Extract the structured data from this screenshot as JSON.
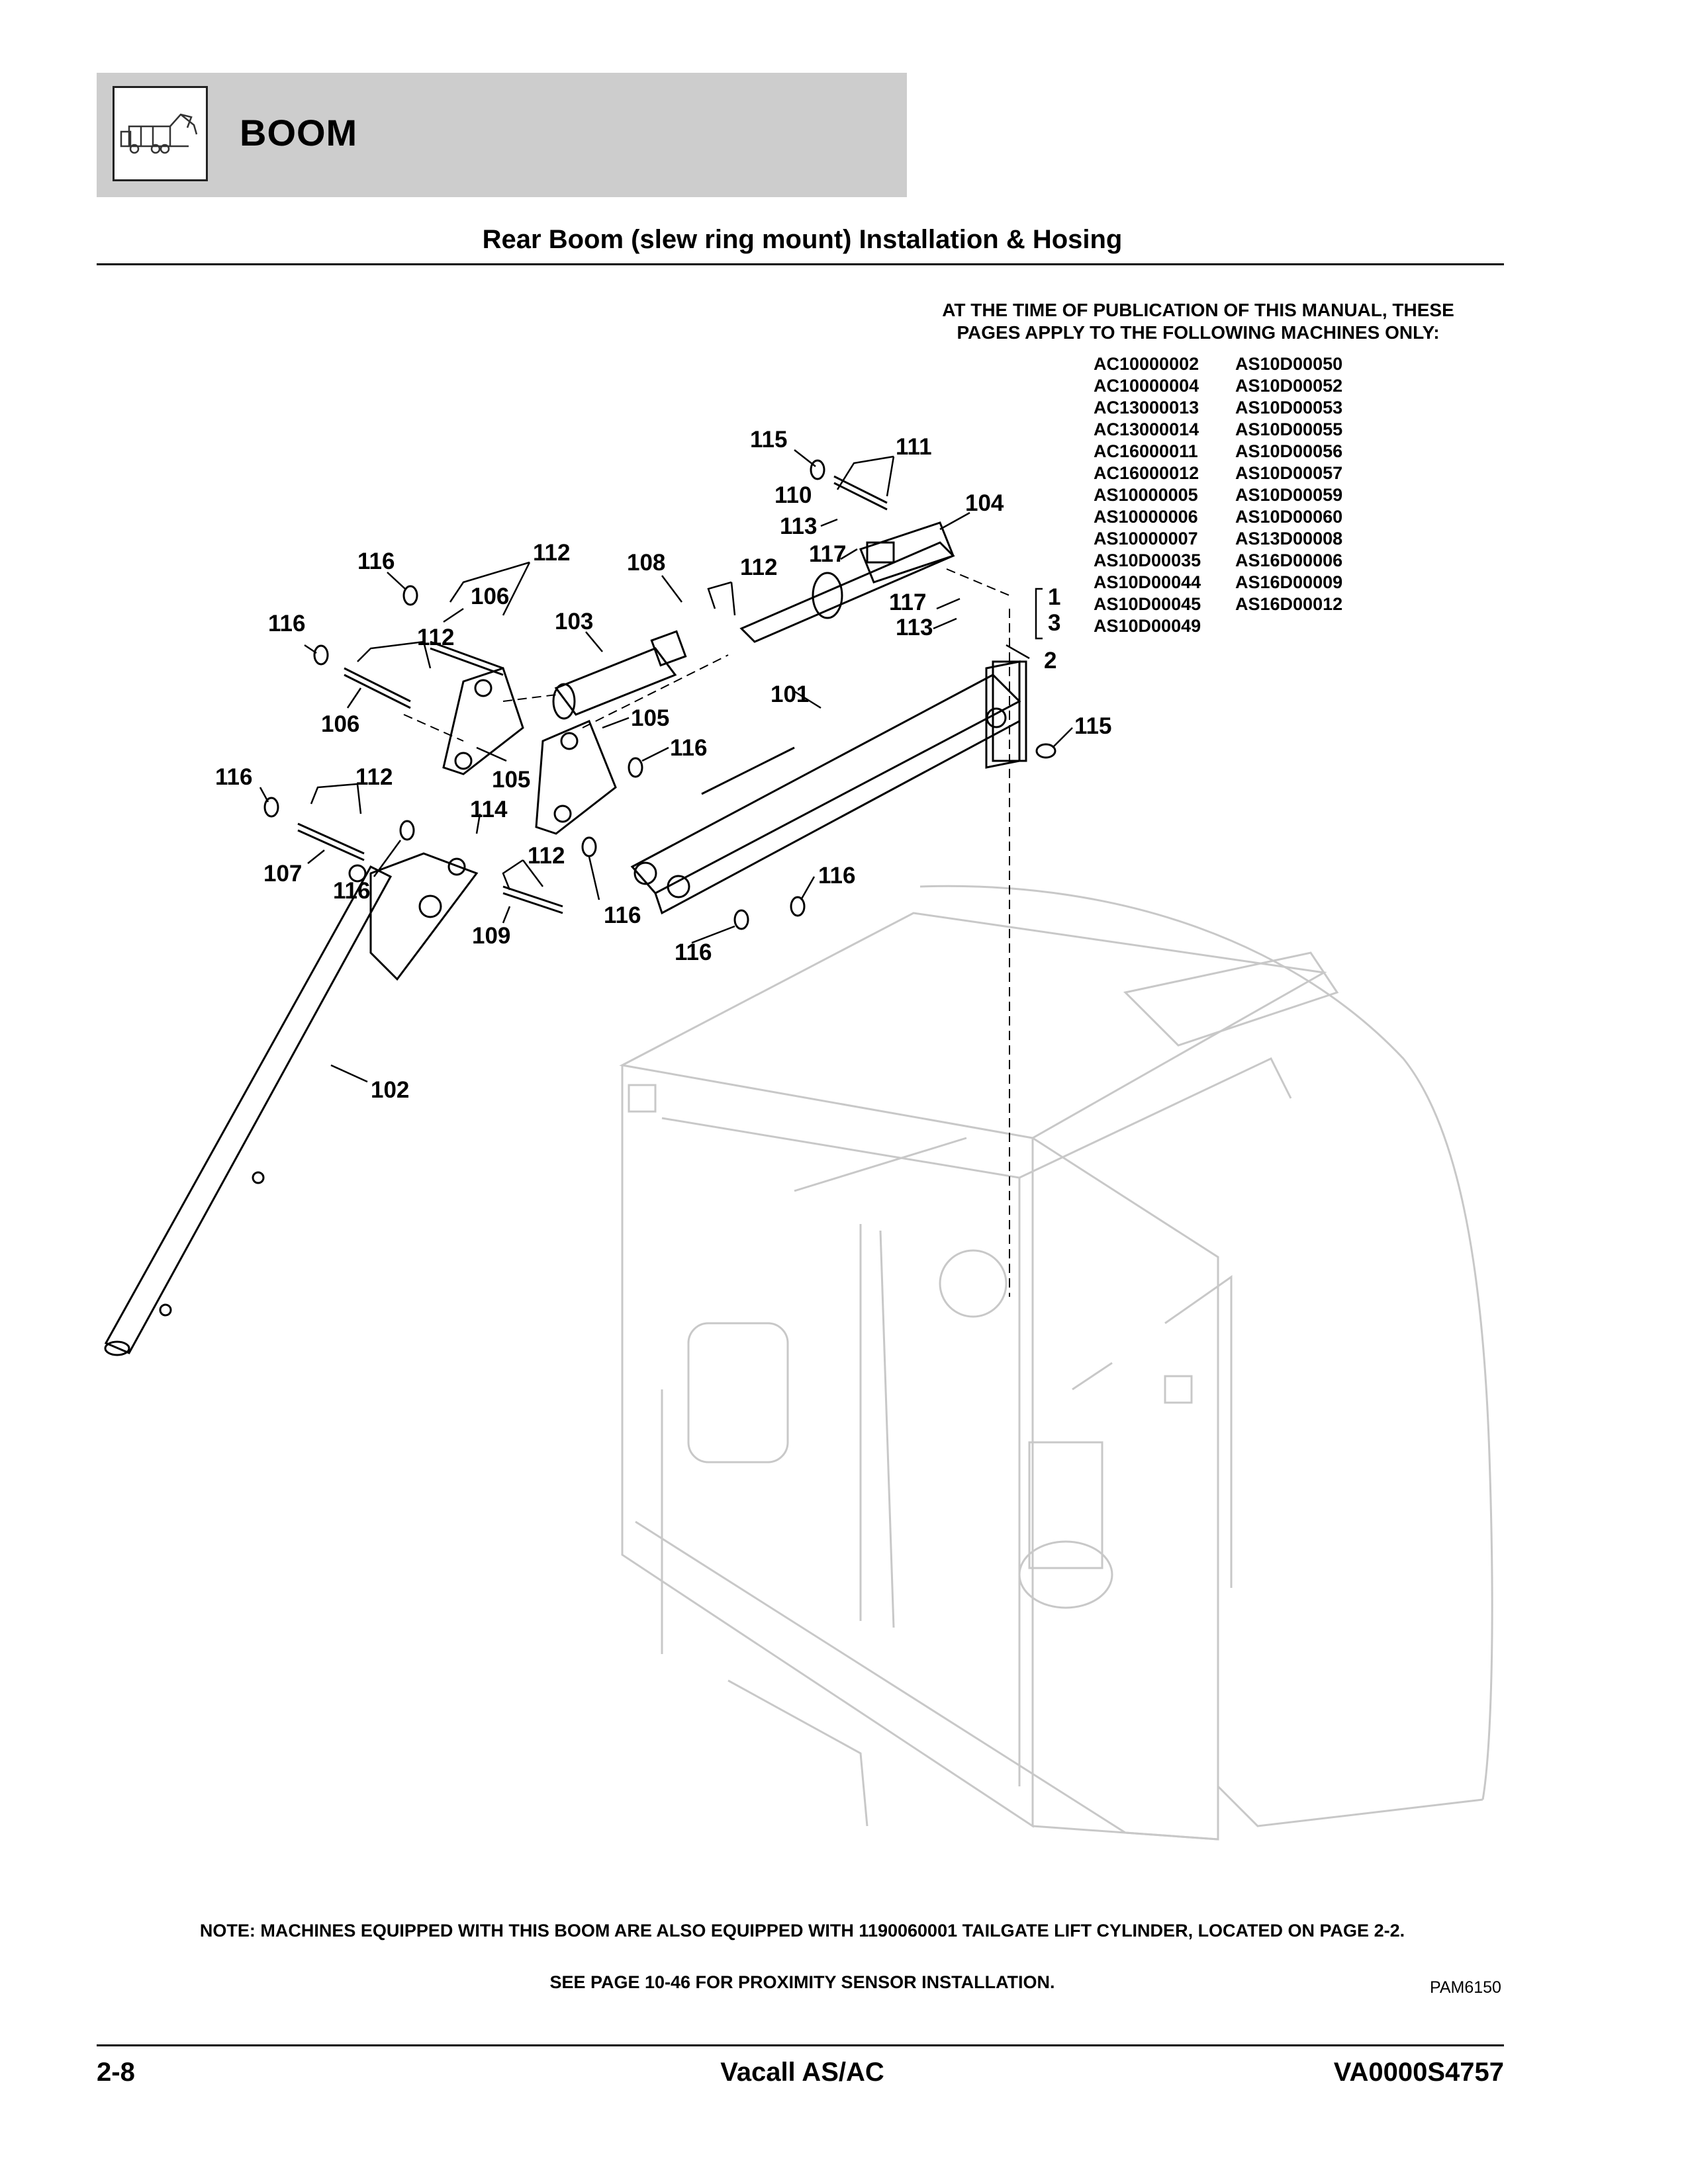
{
  "header": {
    "section_title": "BOOM",
    "icon": "refuse-truck-icon"
  },
  "subtitle": "Rear Boom (slew ring mount) Installation & Hosing",
  "publication_note": {
    "line1": "AT THE TIME OF PUBLICATION OF THIS MANUAL, THESE",
    "line2": "PAGES APPLY TO THE FOLLOWING MACHINES ONLY:"
  },
  "serials_col1": [
    "AC10000002",
    "AC10000004",
    "AC13000013",
    "AC13000014",
    "AC16000011",
    "AC16000012",
    "AS10000005",
    "AS10000006",
    "AS10000007",
    "AS10D00035",
    "AS10D00044",
    "AS10D00045",
    "AS10D00049"
  ],
  "serials_col2": [
    "AS10D00050",
    "AS10D00052",
    "AS10D00053",
    "AS10D00055",
    "AS10D00056",
    "AS10D00057",
    "AS10D00059",
    "AS10D00060",
    "AS13D00008",
    "AS16D00006",
    "AS16D00009",
    "AS16D00012"
  ],
  "callouts": {
    "c115a": "115",
    "c111": "111",
    "c110": "110",
    "c104": "104",
    "c113a": "113",
    "c116a": "116",
    "c112a": "112",
    "c108": "108",
    "c112b": "112",
    "c117a": "117",
    "c106a": "106",
    "c116b": "116",
    "c103": "103",
    "c117b": "117",
    "c1": "1",
    "c113b": "113",
    "c3": "3",
    "c112c": "112",
    "c2": "2",
    "c106b": "106",
    "c101": "101",
    "c105a": "105",
    "c115b": "115",
    "c116c": "116",
    "c105b": "105",
    "c116d": "116",
    "c112d": "112",
    "c114": "114",
    "c107": "107",
    "c116e": "116",
    "c112e": "112",
    "c116f": "116",
    "c109": "109",
    "c116g": "116",
    "c116h": "116",
    "c102": "102"
  },
  "notes": {
    "tailgate": "NOTE: MACHINES EQUIPPED WITH THIS BOOM ARE ALSO EQUIPPED WITH 1190060001 TAILGATE LIFT CYLINDER, LOCATED ON PAGE  2-2.",
    "sensor": "SEE PAGE 10-46 FOR PROXIMITY SENSOR INSTALLATION."
  },
  "figure_code": "PAM6150",
  "footer": {
    "page": "2-8",
    "model": "Vacall AS/AC",
    "doc_number": "VA0000S4757"
  }
}
